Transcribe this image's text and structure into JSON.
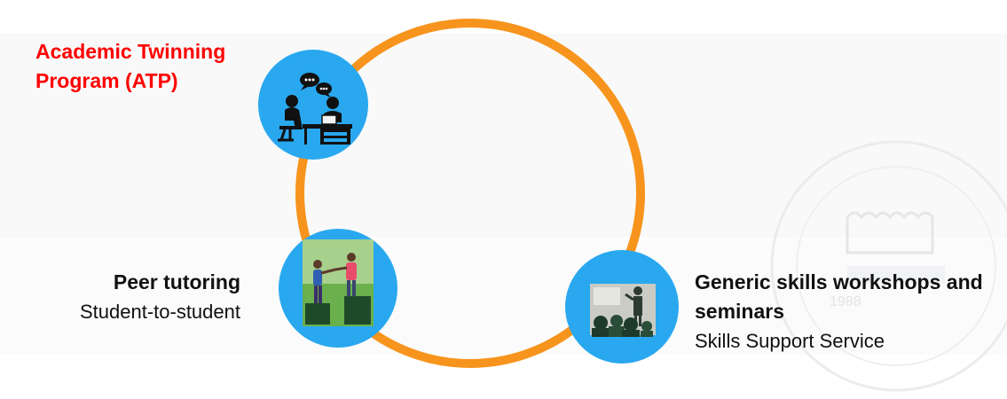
{
  "nodes": {
    "atp": {
      "title": "Academic Twinning Program (ATP)",
      "title_color": "#ff0000",
      "icon": "mentoring-conversation-icon"
    },
    "peer": {
      "title": "Peer tutoring",
      "subtitle": "Student-to-student",
      "icon": "peer-help-handshake-icon"
    },
    "generic": {
      "title": "Generic skills workshops and seminars",
      "subtitle": "Skills Support Service",
      "icon": "seminar-presenter-icon"
    }
  },
  "colors": {
    "ring": "#f7941d",
    "node_fill": "#29a8f0",
    "text": "#111111"
  },
  "watermark": {
    "text": "1988",
    "icon": "university-crest-watermark"
  }
}
